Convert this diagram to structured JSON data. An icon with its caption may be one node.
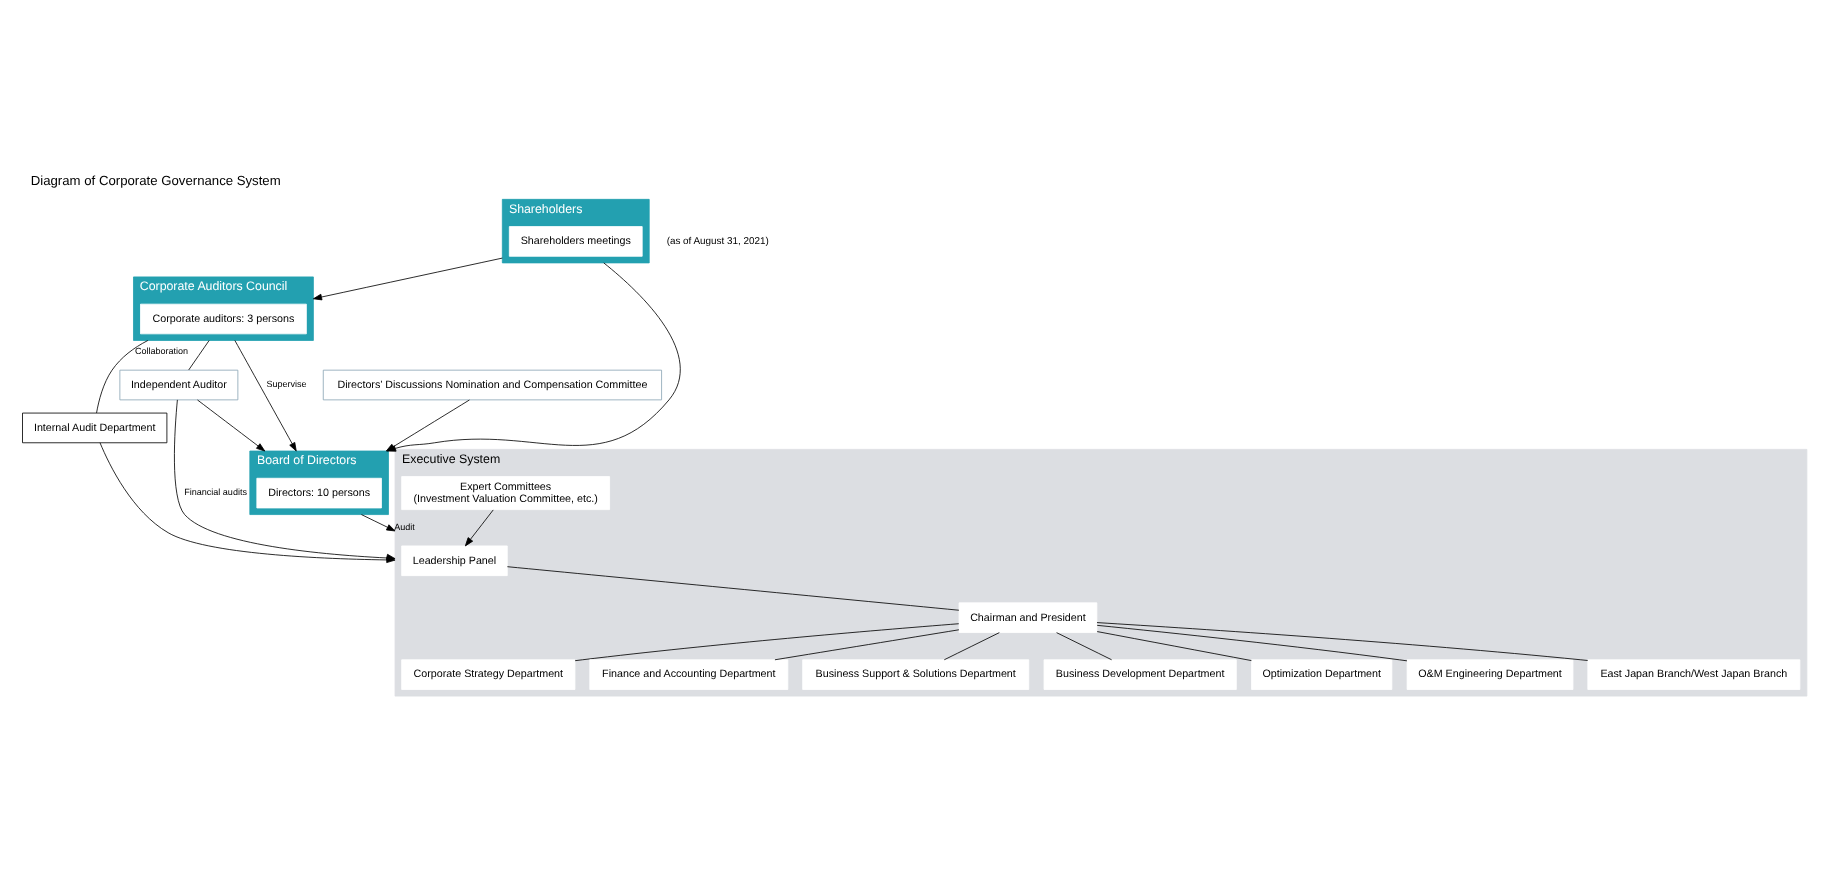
{
  "diagram": {
    "title": "Diagram of Corporate Governance System",
    "nodes": [
      {
        "text": [
          "Shareholders"
        ]
      },
      {
        "text": [
          "Shareholders meetings"
        ],
        "in": 0
      },
      {
        "text": [
          "Corporate Auditors Council"
        ]
      },
      {
        "text": [
          "Corporate auditors: 3 persons"
        ],
        "in": 2
      },
      {
        "text": [
          "Board of Directors"
        ]
      },
      {
        "text": [
          "Directors: 10 persons"
        ],
        "in": 4
      },
      {
        "text": [
          "Independent Auditor"
        ]
      },
      {
        "text": [
          "Directors’ Discussions Nomination and Compensation Committee"
        ]
      },
      {
        "text": [
          "Executive System"
        ]
      },
      {
        "text": [
          "Leadership Panel"
        ],
        "in": 8
      },
      {
        "text": [
          "Chairman and President"
        ],
        "in": 8
      },
      {
        "text": [
          "Expert Committees",
          "(Investment Valuation Committee, etc.)"
        ],
        "in": 8
      },
      {
        "text": [
          "Corporate Strategy Department"
        ],
        "in": 8
      },
      {
        "text": [
          "Finance and Accounting Department"
        ],
        "in": 8
      },
      {
        "text": [
          "Business Support & Solutions Department"
        ],
        "in": 8
      },
      {
        "text": [
          "Business Development Department"
        ],
        "in": 8
      },
      {
        "text": [
          "Optimization Department"
        ],
        "in": 8
      },
      {
        "text": [
          "O&M Engineering Department"
        ],
        "in": 8
      },
      {
        "text": [
          "East Japan Branch/West Japan Branch"
        ],
        "in": 8
      },
      {
        "text": [
          "Internal Audit Department"
        ]
      }
    ],
    "edges": [
      {
        "from": 0,
        "to": 2,
        "arrow": "to"
      },
      {
        "from": 0,
        "to": 4,
        "arrow": "to"
      },
      {
        "from": 2,
        "to": 4,
        "arrow": "to",
        "label": "Supervise"
      },
      {
        "from": 2,
        "to": 6,
        "arrow": "none"
      },
      {
        "from": 2,
        "to": 19,
        "arrow": "none",
        "label": "Collaboration"
      },
      {
        "from": 6,
        "to": 4,
        "arrow": "to"
      },
      {
        "from": 6,
        "to": 8,
        "arrow": "to",
        "label": "Financial audits"
      },
      {
        "from": 4,
        "to": 8,
        "arrow": "to",
        "label": "Audit"
      },
      {
        "from": 7,
        "to": 4,
        "arrow": "to"
      },
      {
        "from": 19,
        "to": 8,
        "arrow": "to"
      },
      {
        "from": 11,
        "to": 9,
        "arrow": "to"
      },
      {
        "from": 9,
        "to": 10,
        "arrow": "none"
      },
      {
        "from": 10,
        "to": 12,
        "arrow": "none"
      },
      {
        "from": 10,
        "to": 13,
        "arrow": "none"
      },
      {
        "from": 10,
        "to": 14,
        "arrow": "none"
      },
      {
        "from": 10,
        "to": 15,
        "arrow": "none"
      },
      {
        "from": 10,
        "to": 16,
        "arrow": "none"
      },
      {
        "from": 10,
        "to": 17,
        "arrow": "none"
      },
      {
        "from": 10,
        "to": 18,
        "arrow": "none"
      }
    ],
    "labels": [
      "(as of August 31, 2021)"
    ]
  }
}
